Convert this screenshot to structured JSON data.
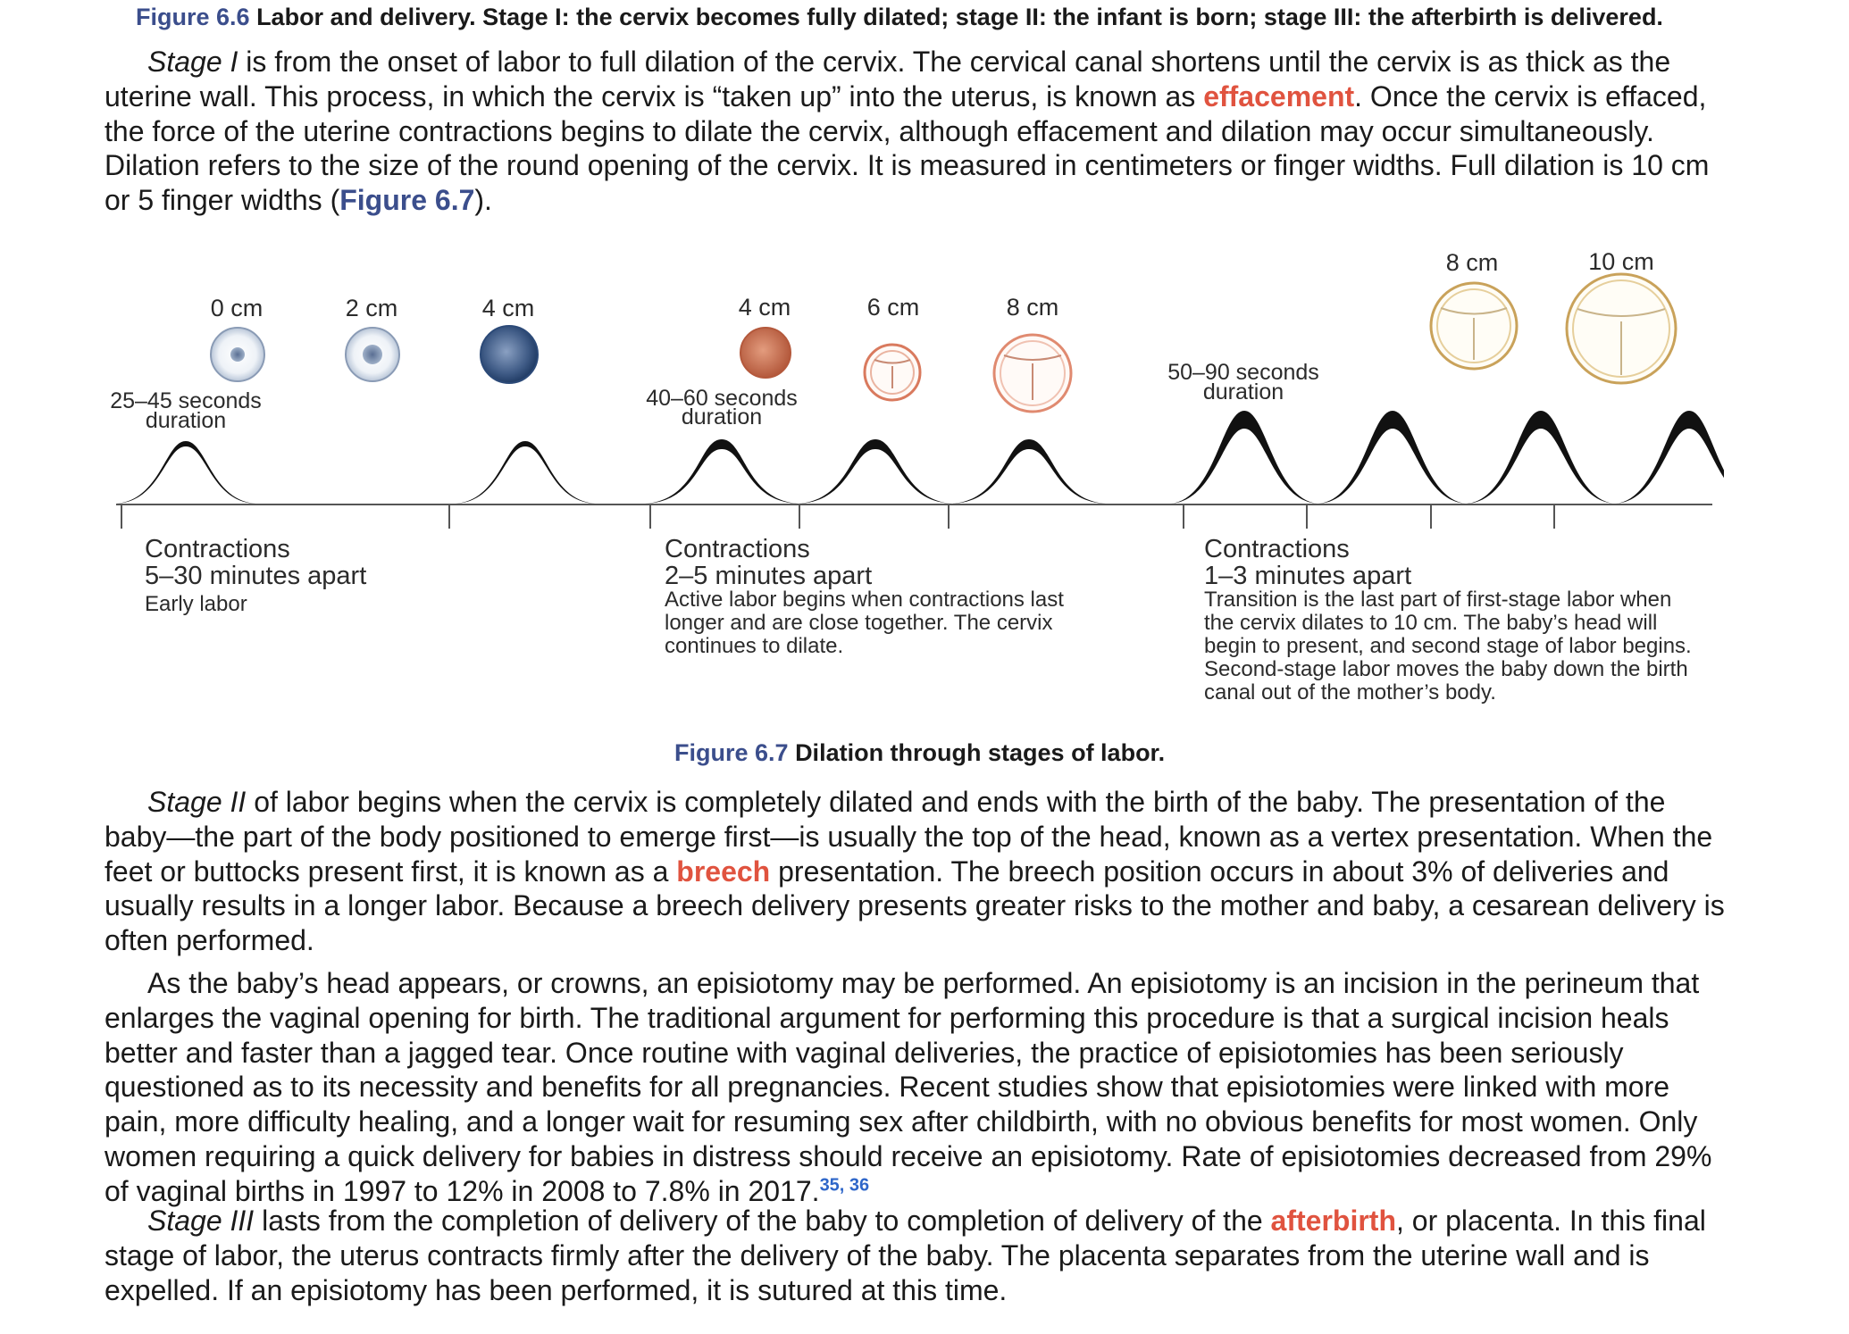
{
  "figure_6_6": {
    "number": "Figure 6.6",
    "caption": "Labor and delivery. Stage I: the cervix becomes fully dilated; stage II: the infant is born; stage III: the afterbirth is delivered."
  },
  "para1": {
    "l1_italic": "Stage I",
    "l1_rest": " is from the onset of labor to full dilation of the cervix. The cervical canal shortens until the cervix is as thick as the",
    "l2_pre": "uterine wall. This process, in which the cervix is “taken up” into the uterus, is known as ",
    "l2_term": "effacement",
    "l2_post": ". Once the cervix is effaced,",
    "l3": "the force of the uterine contractions begins to dilate the cervix, although effacement and dilation may occur simultaneously.",
    "l4": "Dilation refers to the size of the round opening of the cervix. It is measured in centimeters or finger widths. Full dilation is 10 cm",
    "l5_pre": "or 5 finger widths (",
    "l5_ref": "Figure 6.7",
    "l5_post": ")."
  },
  "figure_6_7": {
    "number": "Figure 6.7",
    "caption": "Dilation through stages of labor.",
    "dilation_labels": [
      "0 cm",
      "2 cm",
      "4 cm",
      "4 cm",
      "6 cm",
      "8 cm",
      "8 cm",
      "10 cm"
    ],
    "durations": [
      {
        "l1": "25–45 seconds",
        "l2": "duration"
      },
      {
        "l1": "40–60 seconds",
        "l2": "duration"
      },
      {
        "l1": "50–90 seconds",
        "l2": "duration"
      }
    ],
    "phases": [
      {
        "title": "Contractions",
        "interval": "5–30 minutes apart",
        "desc": [
          "Early labor"
        ]
      },
      {
        "title": "Contractions",
        "interval": "2–5 minutes apart",
        "desc": [
          "Active labor begins when contractions last",
          "longer and are close together. The cervix",
          "continues to dilate."
        ]
      },
      {
        "title": "Contractions",
        "interval": "1–3 minutes apart",
        "desc": [
          "Transition is the last part of first-stage labor when",
          "the cervix dilates to 10 cm. The baby’s head will",
          "begin to present, and second stage of labor begins.",
          "Second-stage labor moves the baby down the birth",
          "canal out of the mother’s body."
        ]
      }
    ],
    "colors": {
      "early": "#2c4a78",
      "active": "#c2694f",
      "transition": "#c9a25a",
      "curve": "#111111"
    }
  },
  "para2": {
    "l1_italic": "Stage II",
    "l1_rest": " of labor begins when the cervix is completely dilated and ends with the birth of the baby. The presentation of the",
    "l2": "baby—the part of the body positioned to emerge first—is usually the top of the head, known as a vertex presentation. When the",
    "l3_pre": "feet or buttocks present first, it is known as a ",
    "l3_term": "breech",
    "l3_post": " presentation. The breech position occurs in about 3% of deliveries and",
    "l4": "usually results in a longer labor. Because a breech delivery presents greater risks to the mother and baby, a cesarean delivery is",
    "l5": "often performed."
  },
  "para3": {
    "lines": [
      "As the baby’s head appears, or crowns, an episiotomy may be performed. An episiotomy is an incision in the perineum that",
      "enlarges the vaginal opening for birth. The traditional argument for performing this procedure is that a surgical incision heals",
      "better and faster than a jagged tear. Once routine with vaginal deliveries, the practice of episiotomies has been seriously",
      "questioned as to its necessity and benefits for all pregnancies. Recent studies show that episiotomies were linked with more",
      "pain, more difficulty healing, and a longer wait for resuming sex after childbirth, with no obvious benefits for most women. Only",
      "women requiring a quick delivery for babies in distress should receive an episiotomy. Rate of episiotomies decreased from 29%"
    ],
    "last_line": "of vaginal births in 1997 to 12% in 2008 to 7.8% in 2017.",
    "footnotes": "35, 36"
  },
  "para4": {
    "l1_italic": "Stage III",
    "l1_pre": " lasts from the completion of delivery of the baby to completion of delivery of the ",
    "l1_term": "afterbirth",
    "l1_post": ", or placenta. In this final",
    "l2": "stage of labor, the uterus contracts firmly after the delivery of the baby. The placenta separates from the uterine wall and is",
    "l3": "expelled. If an episiotomy has been performed, it is sutured at this time."
  }
}
